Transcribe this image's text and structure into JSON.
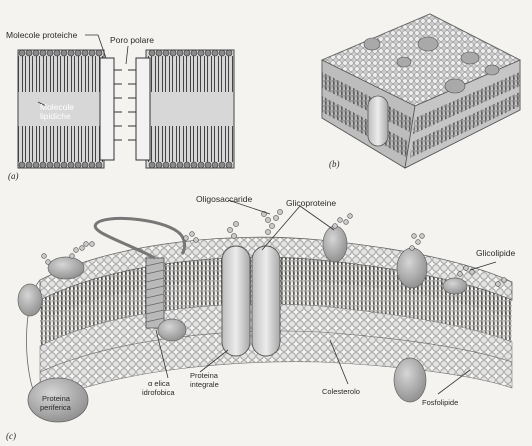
{
  "panel_a": {
    "label": "(a)",
    "labels": {
      "protein_molecules": "Molecole proteiche",
      "polar_pore": "Poro polare",
      "lipid_molecules_1": "Molecole",
      "lipid_molecules_2": "lipidiche"
    }
  },
  "panel_b": {
    "label": "(b)"
  },
  "panel_c": {
    "label": "(c)",
    "labels": {
      "oligosaccharide": "Oligosaccaride",
      "glycoproteins": "Glicoproteine",
      "glycolipid": "Glicolipide",
      "alpha_helix_1": "α elica",
      "alpha_helix_2": "idrofobica",
      "integral_protein_1": "Proteina",
      "integral_protein_2": "integrale",
      "cholesterol": "Colesterolo",
      "phospholipid": "Fosfolipide",
      "peripheral_protein_1": "Proteina",
      "peripheral_protein_2": "periferica"
    }
  },
  "colors": {
    "paper": "#f4f3ef",
    "membrane_dark": "#4a4a4a",
    "membrane_mid": "#8d8d8d",
    "head_light": "#d9d9d9",
    "protein": "#9a9a9a",
    "protein_light": "#c8c8c8"
  }
}
